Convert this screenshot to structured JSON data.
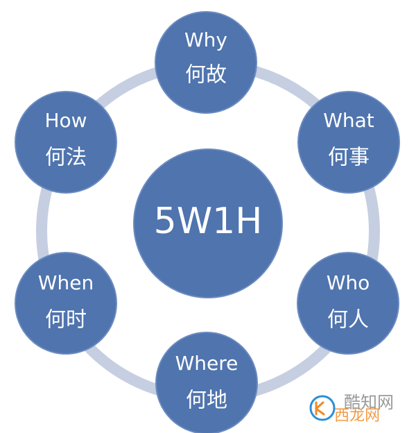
{
  "center": {
    "label": "5W1H"
  },
  "nodes": [
    {
      "en": "Why",
      "zh": "何故"
    },
    {
      "en": "What",
      "zh": "何事"
    },
    {
      "en": "Who",
      "zh": "何人"
    },
    {
      "en": "Where",
      "zh": "何地"
    },
    {
      "en": "When",
      "zh": "何时"
    },
    {
      "en": "How",
      "zh": "何法"
    }
  ],
  "watermark": {
    "text_top": "酷知网",
    "text_bottom": "西龙网",
    "icon": "watermark-logo-icon"
  },
  "colors": {
    "node_fill": "#4f74ae",
    "node_stroke": "#6b8bc0",
    "ring": "#c6cfe1",
    "text": "#ffffff",
    "watermark_gray": "#9a9a9a",
    "watermark_orange": "#f08a24",
    "watermark_blue": "#2a8fd6"
  }
}
